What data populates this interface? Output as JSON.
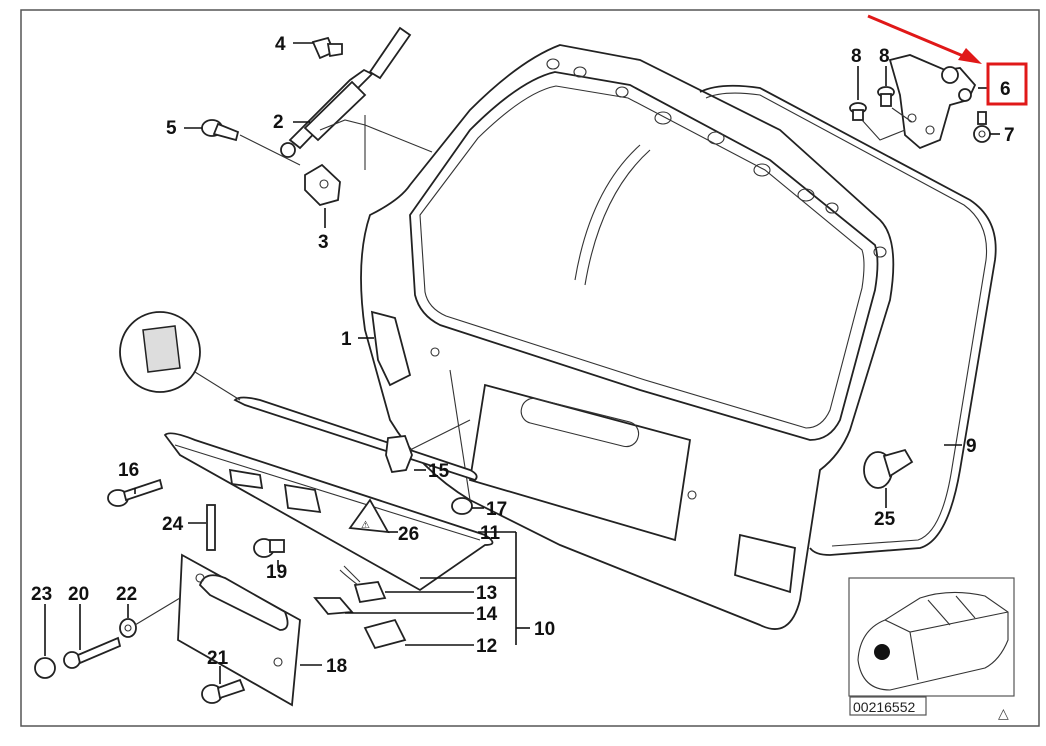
{
  "diagram": {
    "drawing_number": "00216552",
    "corner_symbol": "△",
    "highlight_color": "#e01818",
    "highlighted_callout": "6",
    "callouts": {
      "c1": "1",
      "c2": "2",
      "c3": "3",
      "c4": "4",
      "c5": "5",
      "c6": "6",
      "c7": "7",
      "c8a": "8",
      "c8b": "8",
      "c9": "9",
      "c10": "10",
      "c11": "11",
      "c12": "12",
      "c13": "13",
      "c14": "14",
      "c15": "15",
      "c16": "16",
      "c17": "17",
      "c18": "18",
      "c19": "19",
      "c20": "20",
      "c21": "21",
      "c22": "22",
      "c23": "23",
      "c24": "24",
      "c25": "25",
      "c26": "26"
    }
  }
}
